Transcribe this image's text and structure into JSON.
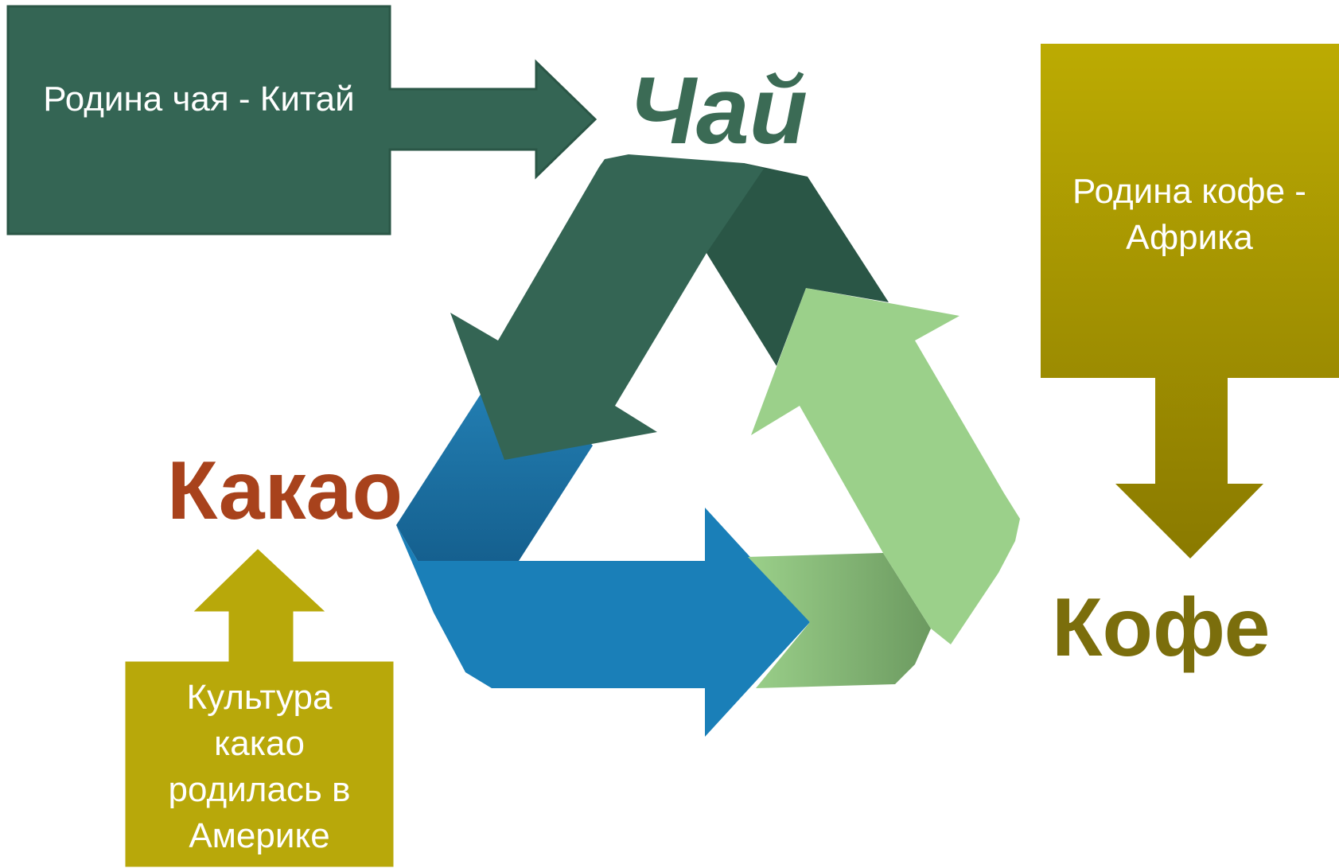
{
  "boxes": {
    "tea_origin": "Родина чая - Китай",
    "coffee_origin_line1": "Родина кофе -",
    "coffee_origin_line2": "Африка",
    "cocoa_origin_line1": "Культура",
    "cocoa_origin_line2": "какао",
    "cocoa_origin_line3": "родилась в",
    "cocoa_origin_line4": "Америке"
  },
  "cycle": {
    "tea": "Чай",
    "cocoa": "Какао",
    "coffee": "Кофе"
  },
  "colors": {
    "tea_green": "#346554",
    "tea_green_dark": "#2a5646",
    "light_green": "#9bd08a",
    "blue": "#1a7fb8",
    "olive": "#b8a80a",
    "olive_dark": "#8a7a00",
    "cocoa_red": "#a8421c",
    "coffee_olive": "#7b6e0c"
  },
  "icons": [
    "recycle-triangle-arrows"
  ]
}
